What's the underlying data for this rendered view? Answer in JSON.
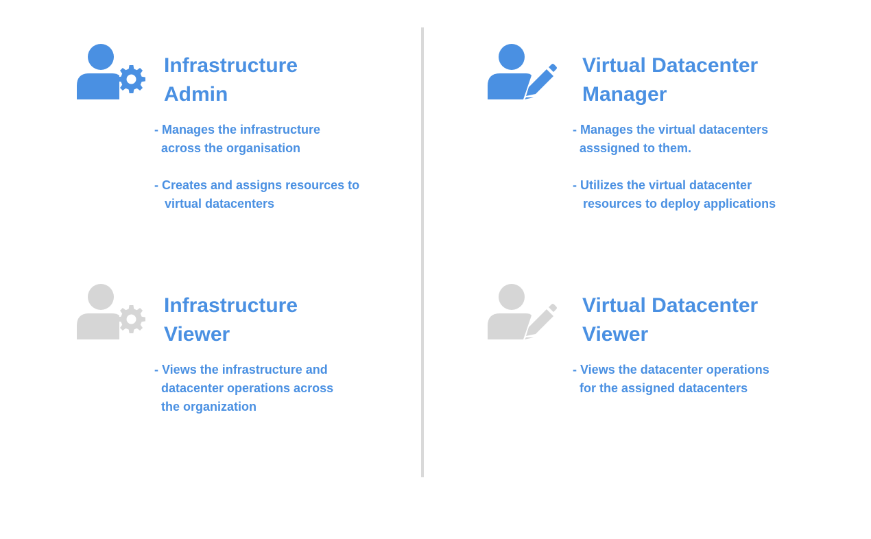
{
  "colors": {
    "accent": "#4a90e2",
    "inactive_icon": "#d6d6d6",
    "divider": "#d9d9d9"
  },
  "roles": [
    {
      "title": "Infrastructure\nAdmin",
      "icon": "user-gear-icon",
      "icon_color": "#4a90e2",
      "lines": [
        "- Manages the infrastructure\n  across the organisation",
        "- Creates and assigns resources to\n   virtual datacenters"
      ]
    },
    {
      "title": "Virtual Datacenter\nManager",
      "icon": "user-pencil-icon",
      "icon_color": "#4a90e2",
      "lines": [
        "- Manages the virtual datacenters\n  asssigned to them.",
        "- Utilizes the virtual datacenter\n   resources to deploy applications"
      ]
    },
    {
      "title": "Infrastructure\nViewer",
      "icon": "user-gear-icon",
      "icon_color": "#d6d6d6",
      "lines": [
        "- Views the infrastructure and\n  datacenter operations across\n  the organization"
      ]
    },
    {
      "title": "Virtual Datacenter\nViewer",
      "icon": "user-pencil-icon",
      "icon_color": "#d6d6d6",
      "lines": [
        "- Views the datacenter operations\n  for the assigned datacenters"
      ]
    }
  ]
}
